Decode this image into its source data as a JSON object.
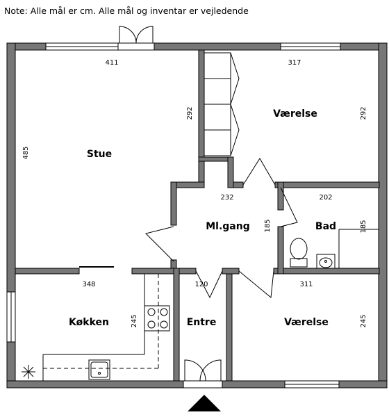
{
  "note": "Note: Alle mål er cm. Alle mål og inventar er vejledende",
  "rooms": {
    "stue": "Stue",
    "vaerelse_top": "Værelse",
    "mlgang": "Ml.gang",
    "bad": "Bad",
    "koekken": "Køkken",
    "entre": "Entre",
    "vaerelse_bottom": "Værelse"
  },
  "dimensions": {
    "stue_width": "411",
    "stue_height": "485",
    "stue_right": "292",
    "vaerelse_top_width": "317",
    "vaerelse_top_height": "292",
    "gang_width": "232",
    "gang_height": "185",
    "bad_width": "202",
    "bad_height": "185",
    "koekken_width": "348",
    "koekken_height": "245",
    "entre_width": "120",
    "vaerelse_bottom_width": "311",
    "vaerelse_bottom_height": "245"
  },
  "colors": {
    "wall": "#777777",
    "wall_edge": "#000000",
    "line": "#000000"
  }
}
